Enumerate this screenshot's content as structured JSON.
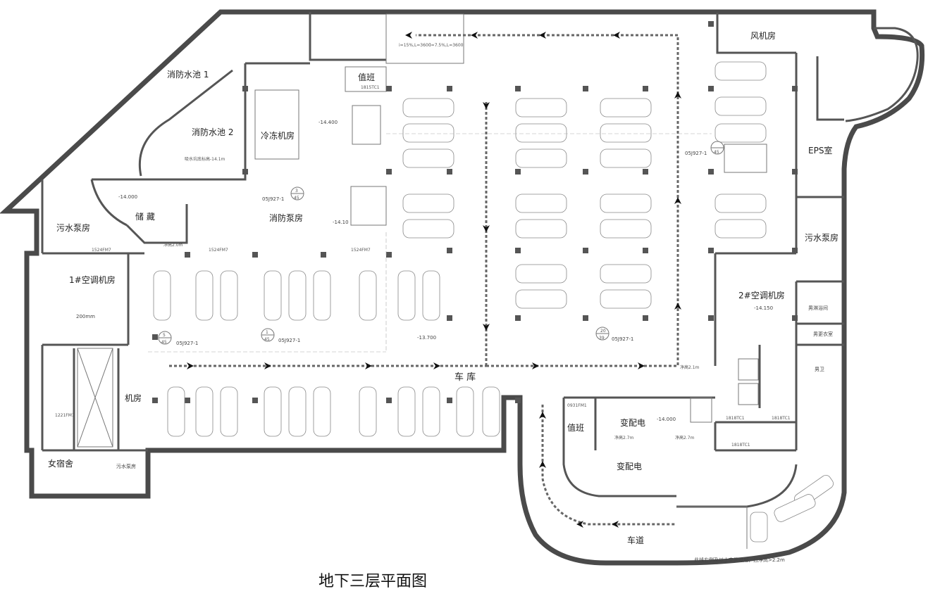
{
  "title": "地下三层平面图",
  "rooms": {
    "fire_pool_1": "消防水池 1",
    "fire_pool_2": "消防水池 2",
    "chiller": "冷冻机房",
    "duty_top": "值班",
    "storage": "储 藏",
    "sewage_left": "污水泵房",
    "fire_pump": "消防泵房",
    "ac_room_1": "1#空调机房",
    "machine_room": "机房",
    "womens_dorm": "女宿舍",
    "sewage_bottom": "污水泵房",
    "garage": "车  库",
    "fan_room": "风机房",
    "eps": "EPS室",
    "sewage_right": "污水泵房",
    "ac_room_2": "2#空调机房",
    "mens_shower": "男淋浴间",
    "mens_locker": "男更衣室",
    "mens_wc": "男卫",
    "duty_bottom": "值班",
    "substation_1": "变配电",
    "substation_2": "变配电",
    "ramp": "车道"
  },
  "labels": {
    "elev_1": "-14.400",
    "elev_2": "-14.000",
    "elev_3": "-14.10",
    "elev_4": "-13.700",
    "elev_5": "-14.150",
    "elev_6": "-14.000",
    "detail_1": "05J927-1",
    "detail_2": "05J927-1",
    "detail_3": "05J927-1",
    "detail_4": "05J927-1",
    "detail_5": "05J927-1",
    "num_45": "45",
    "num_39": "39",
    "num_3": "3",
    "num_5": "5",
    "num_1": "1",
    "num_20": "20",
    "drain_200": "200mm",
    "door_1524": "1524FM7",
    "door_1221": "1221FM1",
    "door_1815": "1815TC1",
    "door_1818": "1818TC1",
    "door_0931": "0931FM1",
    "clear_height_1": "净高2.1m",
    "clear_height_2": "净高2.7m",
    "clear_height_3": "净高2.7m",
    "clear_height_4": "净高2.0m",
    "ramp_note": "此线右侧及以上空间可用，且净高>2.2m",
    "water_level": "吸水坑底标高-14.1m",
    "slope_1": "i=15%,L=3600",
    "slope_2": "i=7.5%,L=3600"
  }
}
